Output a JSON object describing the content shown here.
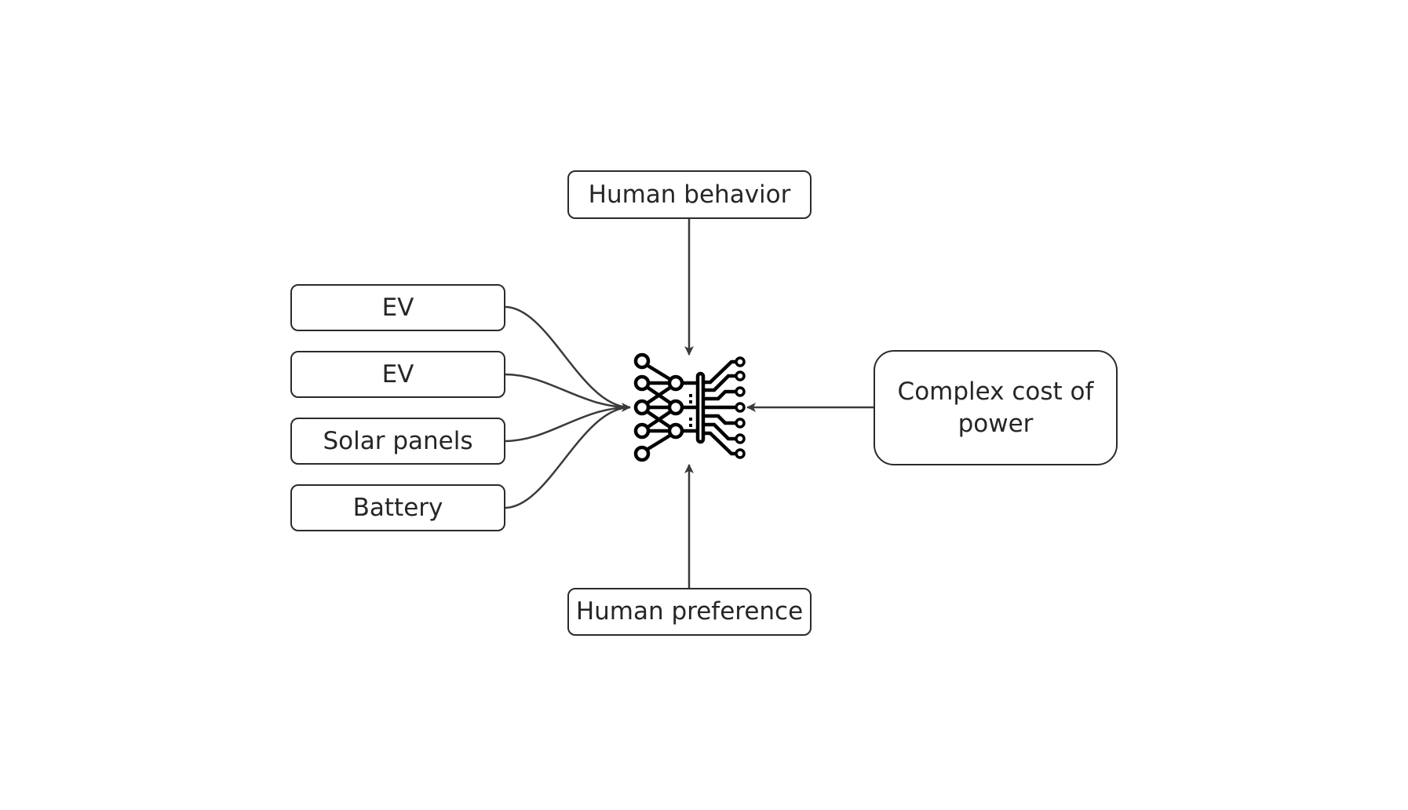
{
  "diagram": {
    "center": {
      "label": "neural-network-icon"
    },
    "inputs_left": [
      {
        "id": "ev-1",
        "label": "EV"
      },
      {
        "id": "ev-2",
        "label": "EV"
      },
      {
        "id": "solar-panels",
        "label": "Solar panels"
      },
      {
        "id": "battery",
        "label": "Battery"
      }
    ],
    "top": {
      "id": "human-behavior",
      "label": "Human behavior"
    },
    "bottom": {
      "id": "human-preference",
      "label": "Human preference"
    },
    "right": {
      "id": "complex-cost",
      "label": "Complex cost of power"
    },
    "edges": [
      {
        "from": "ev-1",
        "to": "center"
      },
      {
        "from": "ev-2",
        "to": "center"
      },
      {
        "from": "solar-panels",
        "to": "center"
      },
      {
        "from": "battery",
        "to": "center"
      },
      {
        "from": "human-behavior",
        "to": "center"
      },
      {
        "from": "human-preference",
        "to": "center"
      },
      {
        "from": "complex-cost",
        "to": "center"
      }
    ],
    "colors": {
      "stroke": "#2b2b2b",
      "arrow": "#3a3a3a",
      "icon": "#000000",
      "background": "#ffffff"
    }
  }
}
